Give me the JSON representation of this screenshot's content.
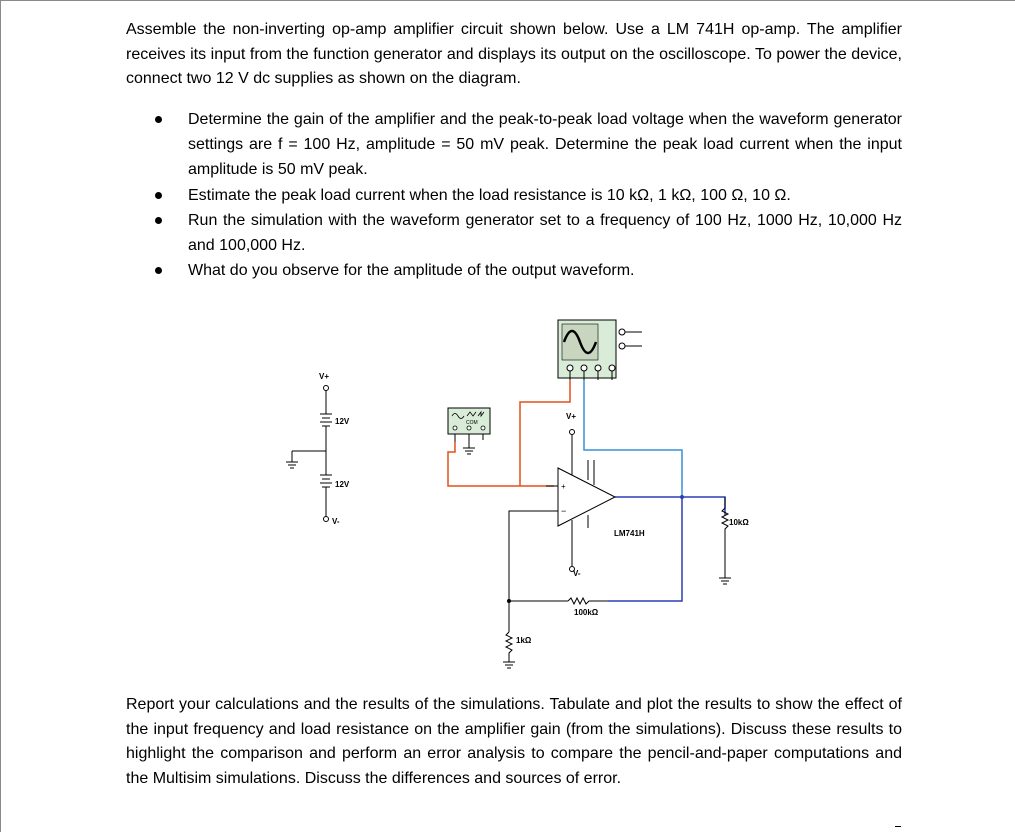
{
  "intro": "Assemble the non-inverting op-amp amplifier circuit shown below. Use a LM 741H op-amp. The amplifier receives its input from the function generator and displays its output on the oscilloscope. To power the device, connect two 12 V dc supplies as shown on the diagram.",
  "tasks": [
    "Determine the gain of the amplifier and the peak-to-peak load voltage when the waveform generator settings are f = 100 Hz, amplitude = 50 mV peak. Determine the peak load current when the input amplitude is 50 mV peak.",
    "Estimate the peak load current when the load resistance is 10 kΩ, 1 kΩ, 100 Ω, 10 Ω.",
    "Run the simulation with the waveform generator set to a frequency of 100 Hz, 1000 Hz, 10,000 Hz and 100,000 Hz.",
    "What do you observe for the amplitude of the output waveform."
  ],
  "circuit": {
    "supply_vplus": "V+",
    "supply_12v_top": "12V",
    "supply_12v_bottom": "12V",
    "supply_vminus": "V-",
    "opamp_vplus": "V+",
    "opamp_vminus": "V-",
    "opamp_model": "LM741H",
    "load_resistor": "10kΩ",
    "feedback_resistor": "100kΩ",
    "ground_resistor": "1kΩ",
    "generator_com": "COM",
    "wire_colors": {
      "generator": "#e0521c",
      "scope": "#3a8fd6",
      "output": "#2b3fb3"
    }
  },
  "report": "Report your calculations and the results of the simulations. Tabulate and plot the results to show the effect of the input frequency and load resistance on the amplifier gain (from the simulations). Discuss these results to highlight the comparison and perform an error analysis to compare the pencil-and-paper computations and the Multisim simulations. Discuss the differences and sources of error."
}
